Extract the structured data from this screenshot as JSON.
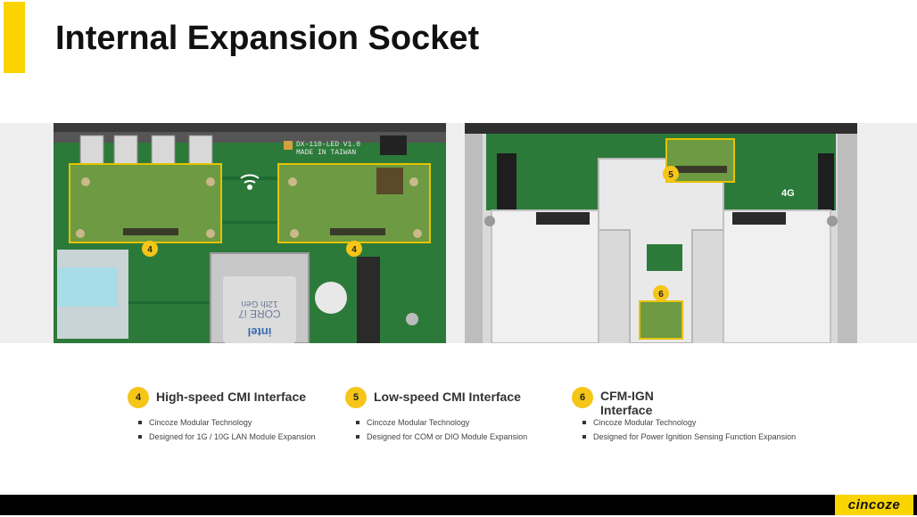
{
  "slide": {
    "title": "Internal Expansion Socket",
    "accent_color": "#f9d400"
  },
  "photos": {
    "left": {
      "board_silk_1": "DX-110-LED V1.0",
      "board_silk_2": "MADE IN TAIWAN",
      "cpu_brand": "intel",
      "cpu_model": "CORE i7",
      "cpu_gen": "12th Gen",
      "markers": [
        "4",
        "4"
      ]
    },
    "right": {
      "label_4g": "4G",
      "markers": [
        "5",
        "6"
      ]
    }
  },
  "features": [
    {
      "number": "4",
      "title": "High-speed CMI Interface",
      "bullets": [
        "Cincoze Modular Technology",
        "Designed for 1G / 10G LAN Module Expansion"
      ]
    },
    {
      "number": "5",
      "title": "Low-speed CMI Interface",
      "bullets": [
        "Cincoze Modular Technology",
        "Designed for COM or DIO Module Expansion"
      ]
    },
    {
      "number": "6",
      "title": "CFM-IGN Interface",
      "bullets": [
        "Cincoze Modular Technology",
        "Designed for Power Ignition Sensing Function Expansion"
      ]
    }
  ],
  "footer": {
    "brand": "cincoze"
  }
}
